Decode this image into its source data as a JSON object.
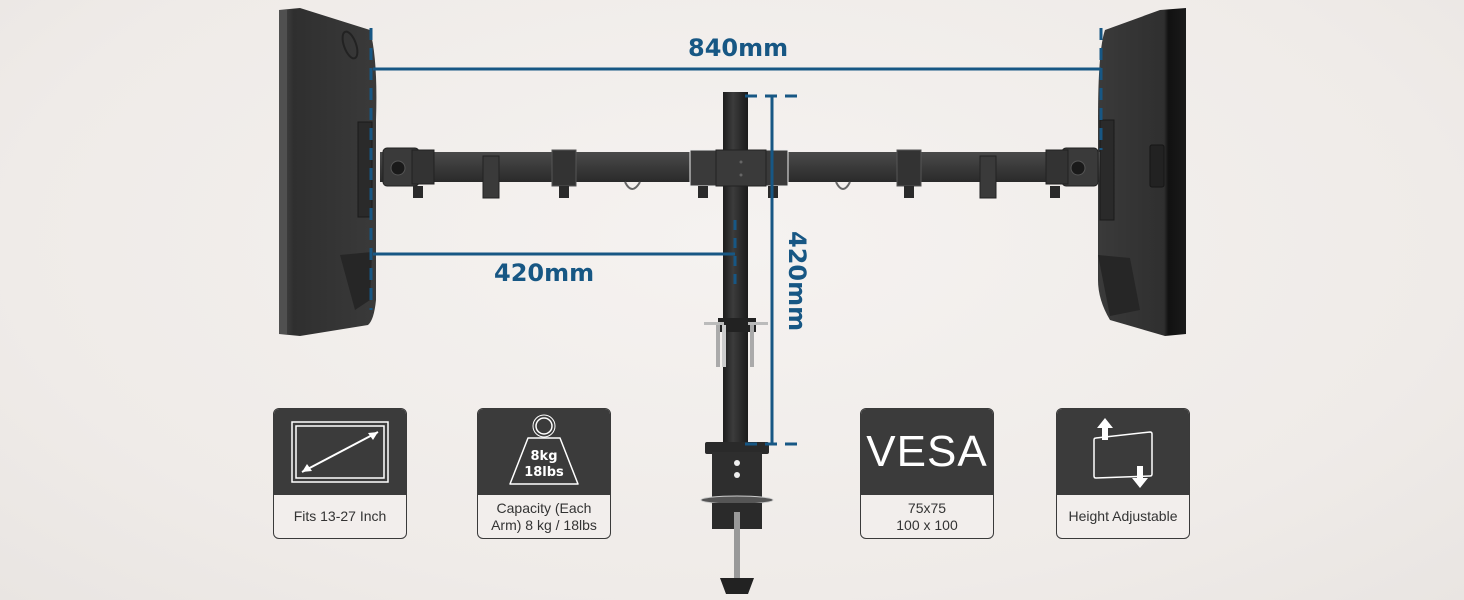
{
  "dimensions": {
    "width_label": "840mm",
    "arm_reach_label": "420mm",
    "pole_height_label": "420mm"
  },
  "colors": {
    "dimension_blue": "#175784",
    "card_dark": "#3b3b3b",
    "background": "#f0ecea",
    "product_black": "#2a2a2a"
  },
  "feature_cards": [
    {
      "icon": "monitor-size-icon",
      "label": "Fits 13-27 Inch"
    },
    {
      "icon": "weight-icon",
      "icon_text_1": "8kg",
      "icon_text_2": "18lbs",
      "label": "Capacity (Each Arm) 8 kg / 18lbs"
    },
    {
      "icon": "vesa-icon",
      "icon_text": "VESA",
      "label_line1": "75x75",
      "label_line2": "100 x 100"
    },
    {
      "icon": "height-adjust-icon",
      "label": "Height Adjustable"
    }
  ]
}
